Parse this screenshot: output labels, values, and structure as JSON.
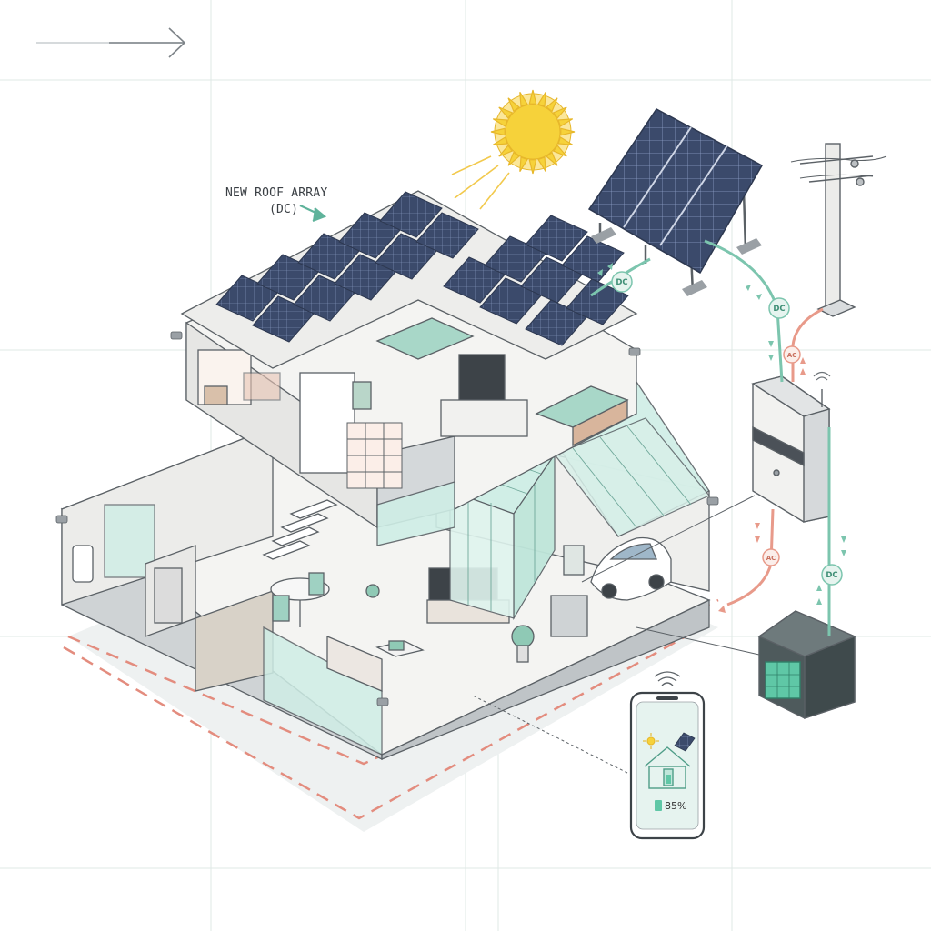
{
  "labels": {
    "roof_array_line1": "NEW ROOF ARRAY",
    "roof_array_line2": "(DC)"
  },
  "line_tags": {
    "dc_panel_to_roof": "DC",
    "dc_panel_to_inverter": "DC",
    "ac_pole": "AC",
    "ac_inverter_out": "AC",
    "dc_battery": "DC"
  },
  "phone": {
    "battery_level": "85%"
  },
  "colors": {
    "dc_line": "#7cc5ae",
    "ac_line": "#e89a8a",
    "grid_line": "#dfe8e6",
    "panel": "#3b4a6b",
    "sun": "#f6d23a",
    "glass": "#cfeee6",
    "wall": "#f4f4f2",
    "outline": "#5b6166"
  },
  "icons": [
    "sun-icon",
    "solar-panel-icon",
    "utility-pole-icon",
    "inverter-icon",
    "battery-icon",
    "smartphone-icon",
    "wifi-icon",
    "arrow-right-icon",
    "house-icon",
    "electric-car-icon"
  ]
}
